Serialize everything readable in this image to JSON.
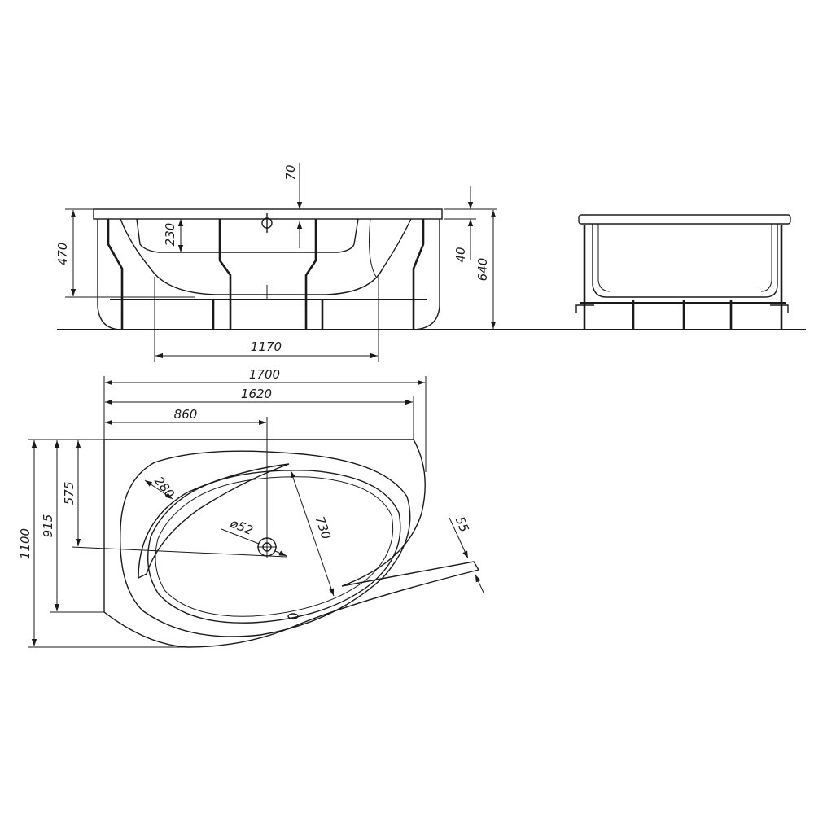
{
  "dimensions": {
    "d70": "70",
    "d230": "230",
    "d470": "470",
    "d40": "40",
    "d640": "640",
    "d1170": "1170",
    "d1700": "1700",
    "d1620": "1620",
    "d860": "860",
    "d280": "280",
    "d52": "ø52",
    "d730": "730",
    "d55": "55",
    "d575": "575",
    "d915": "915",
    "d1100": "1100"
  }
}
